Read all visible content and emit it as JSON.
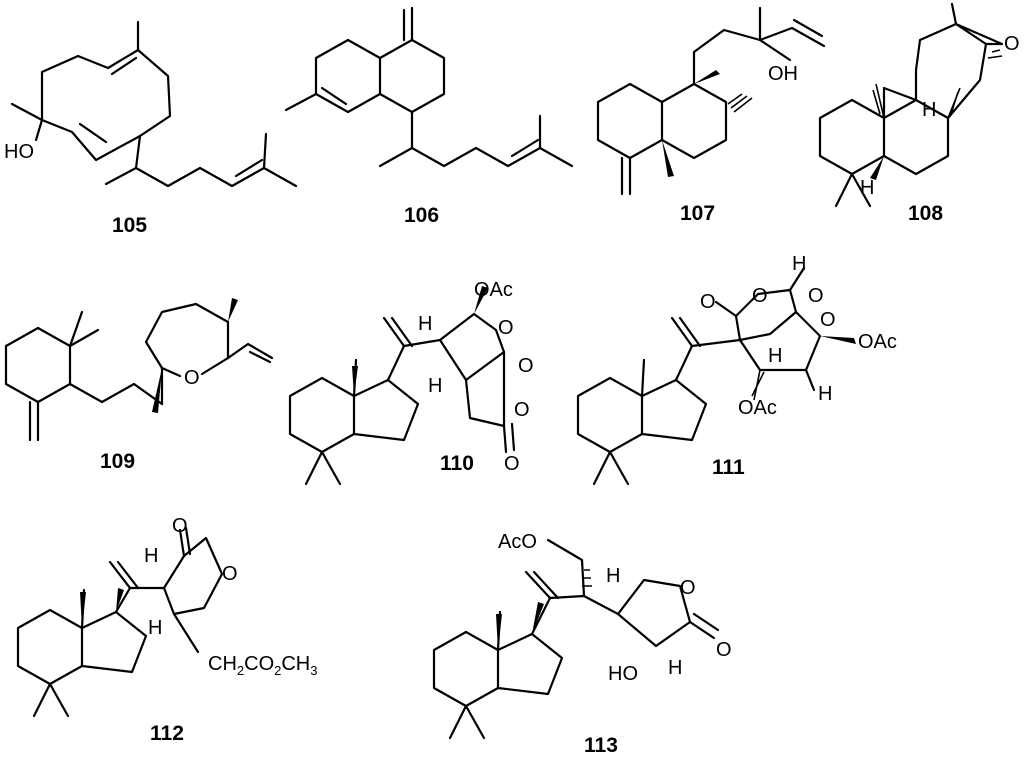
{
  "compounds": [
    {
      "id": "105",
      "atoms": [
        "HO"
      ]
    },
    {
      "id": "106",
      "atoms": []
    },
    {
      "id": "107",
      "atoms": [
        "OH"
      ]
    },
    {
      "id": "108",
      "atoms": [
        "O",
        "H",
        "H"
      ]
    },
    {
      "id": "109",
      "atoms": [
        "O"
      ]
    },
    {
      "id": "110",
      "atoms": [
        "OAc",
        "O",
        "O",
        "H",
        "H",
        "O",
        "O"
      ]
    },
    {
      "id": "111",
      "atoms": [
        "H",
        "O",
        "O",
        "O",
        "O",
        "OAc",
        "H",
        "H",
        "OAc"
      ]
    },
    {
      "id": "112",
      "atoms": [
        "H",
        "O",
        "O",
        "H",
        "CH2CO2CH3"
      ]
    },
    {
      "id": "113",
      "atoms": [
        "AcO",
        "H",
        "O",
        "O",
        "HO",
        "H"
      ]
    }
  ],
  "text": {
    "c112_sub_parts": [
      "CH",
      "2",
      "CO",
      "2",
      "CH",
      "3"
    ]
  }
}
